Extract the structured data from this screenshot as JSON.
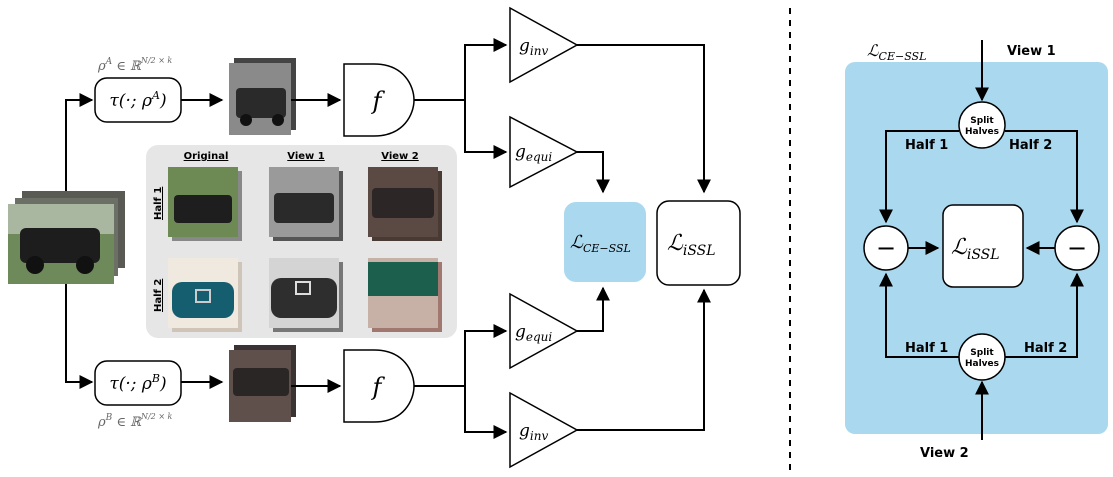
{
  "left": {
    "tau_a": "τ(·; ρ",
    "tau_a_sup": "A",
    "tau_a_close": ")",
    "tau_b": "τ(·; ρ",
    "tau_b_sup": "B",
    "tau_b_close": ")",
    "rho_a_prefix": "ρ",
    "rho_a_sup": "A",
    "rho_a_set": " ∈ ℝ",
    "rho_a_dim": "N/2 × k",
    "rho_b_prefix": "ρ",
    "rho_b_sup": "B",
    "rho_b_set": " ∈ ℝ",
    "rho_b_dim": "N/2 × k",
    "encoder": "f",
    "g_inv": "g",
    "g_inv_sub": "inv",
    "g_equi": "g",
    "g_equi_sub": "equi",
    "loss_ce": "ℒ",
    "loss_ce_sub": "CE−SSL",
    "loss_issl": "ℒ",
    "loss_issl_sub": "iSSL"
  },
  "panel": {
    "col_original": "Original",
    "col_view1": "View 1",
    "col_view2": "View 2",
    "row_half1": "Half 1",
    "row_half2": "Half 2"
  },
  "right": {
    "loss_ce": "ℒ",
    "loss_ce_sub": "CE−SSL",
    "view1": "View 1",
    "view2": "View 2",
    "split_top_1": "Split",
    "split_top_2": "Halves",
    "split_bot_1": "Split",
    "split_bot_2": "Halves",
    "half1_top": "Half 1",
    "half2_top": "Half 2",
    "half1_bot": "Half 1",
    "half2_bot": "Half 2",
    "minus": "−",
    "loss_issl": "ℒ",
    "loss_issl_sub": "iSSL"
  },
  "colors": {
    "loss_ce_fill": "#aad8ee",
    "panel_fill": "#e6e6e6",
    "right_bg": "#aad8ee"
  }
}
